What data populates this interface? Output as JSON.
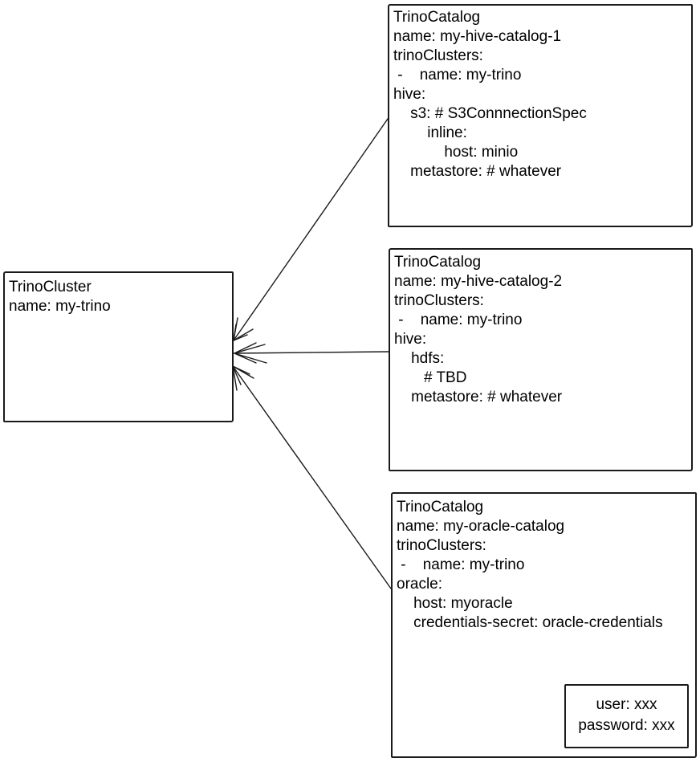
{
  "colors": {
    "stroke": "#1a1a1a",
    "text": "#000000",
    "background": "#ffffff"
  },
  "boxes": {
    "trino_cluster": {
      "lines": [
        "TrinoCluster",
        "name: my-trino"
      ]
    },
    "catalog_hive_1": {
      "lines": [
        "TrinoCatalog",
        "name: my-hive-catalog-1",
        "trinoClusters:",
        " -    name: my-trino",
        "hive:",
        "    s3: # S3ConnnectionSpec",
        "        inline:",
        "            host: minio",
        "    metastore: # whatever"
      ]
    },
    "catalog_hive_2": {
      "lines": [
        "TrinoCatalog",
        "name: my-hive-catalog-2",
        "trinoClusters:",
        " -    name: my-trino",
        "hive:",
        "    hdfs:",
        "       # TBD",
        "    metastore: # whatever"
      ]
    },
    "catalog_oracle": {
      "lines": [
        "TrinoCatalog",
        "name: my-oracle-catalog",
        "trinoClusters:",
        " -    name: my-trino",
        "oracle:",
        "    host: myoracle",
        "    credentials-secret: oracle-credentials"
      ]
    },
    "oracle_secret": {
      "lines": [
        "user: xxx",
        "password: xxx"
      ]
    }
  },
  "connectors": [
    {
      "from": "catalog_hive_1",
      "to": "trino_cluster"
    },
    {
      "from": "catalog_hive_2",
      "to": "trino_cluster"
    },
    {
      "from": "catalog_oracle",
      "to": "trino_cluster"
    },
    {
      "from": "credentials-secret reference",
      "to": "oracle_secret"
    }
  ]
}
